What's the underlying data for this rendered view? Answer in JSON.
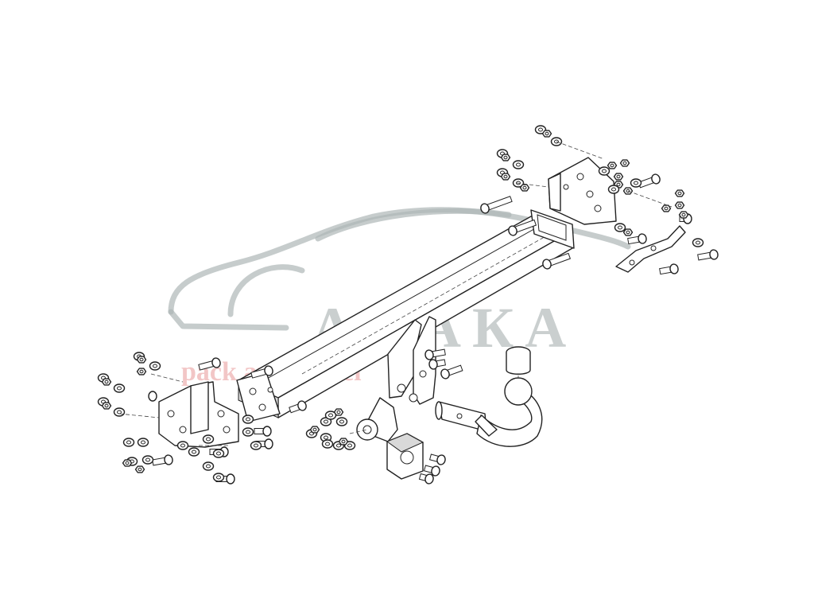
{
  "watermark": {
    "brand": "АНАКА",
    "tagline": "pack and travel",
    "color": "#aeb6b6",
    "tagline_color": "#f0b8b8"
  },
  "drawing": {
    "style": "exploded-view line drawing",
    "line_color": "#222222"
  }
}
